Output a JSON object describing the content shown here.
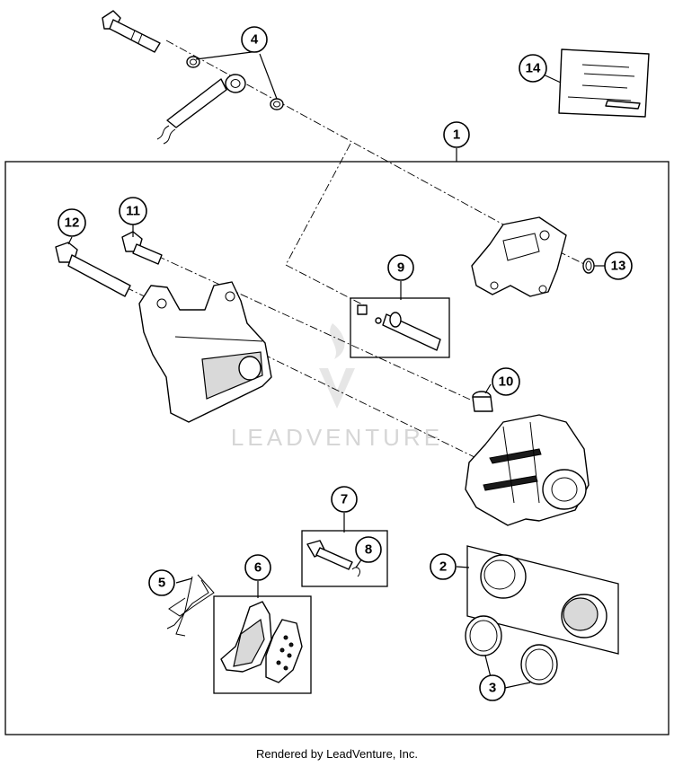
{
  "watermark": "LEADVENTURE",
  "footer": "Rendered by LeadVenture, Inc.",
  "callouts": [
    "1",
    "2",
    "3",
    "4",
    "5",
    "6",
    "7",
    "8",
    "9",
    "10",
    "11",
    "12",
    "13",
    "14"
  ],
  "colors": {
    "line": "#000000",
    "background": "#ffffff",
    "watermark": "#d6d6d6"
  }
}
